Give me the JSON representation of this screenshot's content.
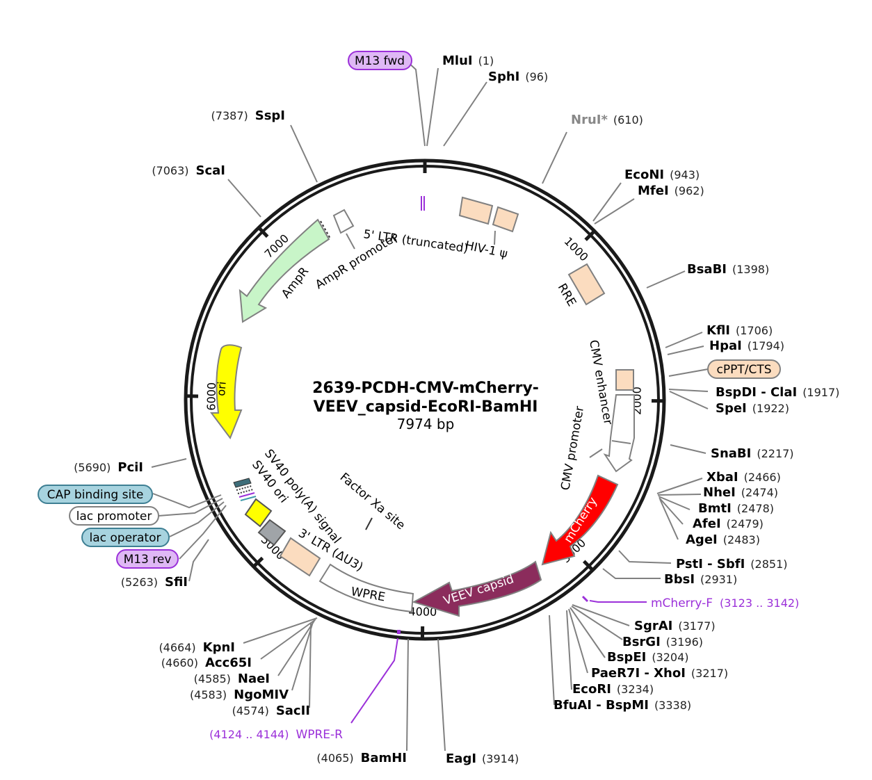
{
  "plasmid": {
    "title_line1": "2639-PCDH-CMV-mCherry-",
    "title_line2": "VEEV_capsid-EcoRI-BamHI",
    "size_label": "7974 bp",
    "length": 7974
  },
  "ticks": [
    {
      "pos": 1000,
      "label": "1000"
    },
    {
      "pos": 2000,
      "label": "2000"
    },
    {
      "pos": 3000,
      "label": "3000"
    },
    {
      "pos": 4000,
      "label": "4000"
    },
    {
      "pos": 5000,
      "label": "5000"
    },
    {
      "pos": 6000,
      "label": "6000"
    },
    {
      "pos": 7000,
      "label": "7000"
    }
  ],
  "sites": {
    "mlui": {
      "name": "MluI",
      "pos": "(1)"
    },
    "sphi": {
      "name": "SphI",
      "pos": "(96)"
    },
    "nrui": {
      "name": "NruI*",
      "pos": "(610)"
    },
    "econi": {
      "name": "EcoNI",
      "pos": "(943)"
    },
    "mfei": {
      "name": "MfeI",
      "pos": "(962)"
    },
    "bsabi": {
      "name": "BsaBI",
      "pos": "(1398)"
    },
    "kfli": {
      "name": "KflI",
      "pos": "(1706)"
    },
    "hpai": {
      "name": "HpaI",
      "pos": "(1794)"
    },
    "bspdi": {
      "name": "BspDI - ClaI",
      "pos": "(1917)"
    },
    "spei": {
      "name": "SpeI",
      "pos": "(1922)"
    },
    "snabi": {
      "name": "SnaBI",
      "pos": "(2217)"
    },
    "xbai": {
      "name": "XbaI",
      "pos": "(2466)"
    },
    "nhei": {
      "name": "NheI",
      "pos": "(2474)"
    },
    "bmti": {
      "name": "BmtI",
      "pos": "(2478)"
    },
    "afei": {
      "name": "AfeI",
      "pos": "(2479)"
    },
    "agei": {
      "name": "AgeI",
      "pos": "(2483)"
    },
    "psti": {
      "name": "PstI - SbfI",
      "pos": "(2851)"
    },
    "bbsi": {
      "name": "BbsI",
      "pos": "(2931)"
    },
    "sgrai": {
      "name": "SgrAI",
      "pos": "(3177)"
    },
    "bsrgi": {
      "name": "BsrGI",
      "pos": "(3196)"
    },
    "bspei": {
      "name": "BspEI",
      "pos": "(3204)"
    },
    "paer7i": {
      "name": "PaeR7I - XhoI",
      "pos": "(3217)"
    },
    "ecori": {
      "name": "EcoRI",
      "pos": "(3234)"
    },
    "bfuai": {
      "name": "BfuAI - BspMI",
      "pos": "(3338)"
    },
    "eagi": {
      "name": "EagI",
      "pos": "(3914)"
    },
    "bamhi": {
      "name": "BamHI",
      "pos": "(4065)"
    },
    "sacii": {
      "name": "SacII",
      "pos": "(4574)"
    },
    "ngomiv": {
      "name": "NgoMIV",
      "pos": "(4583)"
    },
    "naei": {
      "name": "NaeI",
      "pos": "(4585)"
    },
    "acc65i": {
      "name": "Acc65I",
      "pos": "(4660)"
    },
    "kpni": {
      "name": "KpnI",
      "pos": "(4664)"
    },
    "sfii": {
      "name": "SfiI",
      "pos": "(5263)"
    },
    "pcii": {
      "name": "PciI",
      "pos": "(5690)"
    },
    "scai": {
      "name": "ScaI",
      "pos": "(7063)"
    },
    "sspi": {
      "name": "SspI",
      "pos": "(7387)"
    }
  },
  "primers": {
    "mcherry_f": {
      "name": "mCherry-F",
      "range": "(3123 .. 3142)"
    },
    "wpre_r": {
      "name": "WPRE-R",
      "range": "(4124 .. 4144)"
    },
    "m13_fwd": "M13 fwd",
    "m13_rev": "M13 rev"
  },
  "boxed": {
    "cppt": "cPPT/CTS",
    "cap": "CAP binding site",
    "lac_promoter": "lac promoter",
    "lac_operator": "lac operator"
  },
  "features": {
    "ltr5": "5' LTR (truncated)",
    "hiv": "HIV-1 ψ",
    "rre": "RRE",
    "cmv_enhancer": "CMV enhancer",
    "cmv_promoter": "CMV promoter",
    "mcherry": "mCherry",
    "veev": "VEEV capsid",
    "wpre": "WPRE",
    "ltr3": "3' LTR (ΔU3)",
    "sv40_polya": "SV40 poly(A) signal",
    "sv40_ori": "SV40 ori",
    "factor_xa": "Factor Xa site",
    "ori": "ori",
    "ampr": "AmpR",
    "ampr_promoter": "AmpR promoter"
  },
  "colors": {
    "backbone": "#1a1a1a",
    "peach": "#fbdcbf",
    "mcherry": "#ff0000",
    "veev": "#8b2c5c",
    "ampr": "#c8f5c8",
    "ori": "#ffff00",
    "sv40_ori": "#ffff00",
    "polya": "#a0a4a8",
    "primer": "#9b30d9",
    "cap_fill": "#a7d3df",
    "m13_fill": "#dfb8f5"
  }
}
